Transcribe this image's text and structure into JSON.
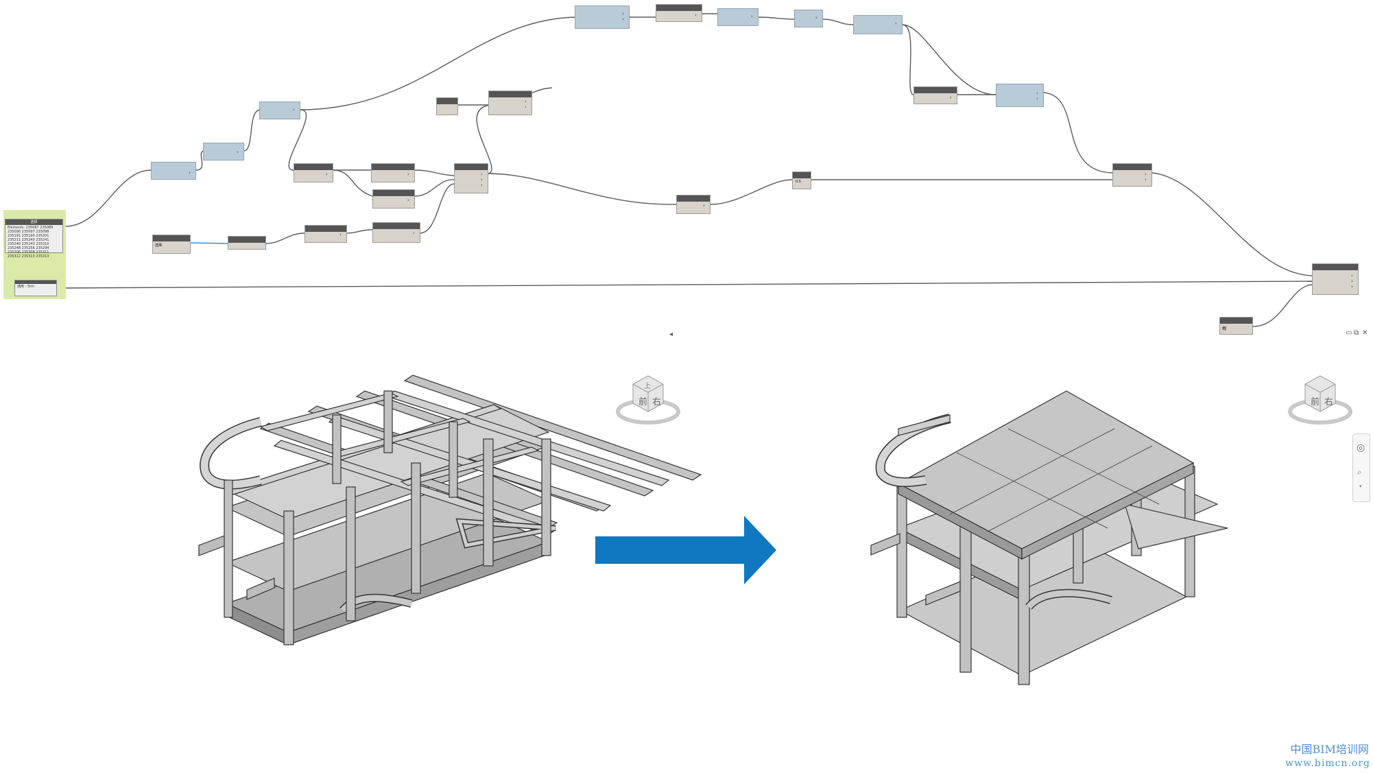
{
  "graph": {
    "group_title": "选择",
    "elements_label": "Elements",
    "elements_text": "235087 235089 235090 235097 235098 235191 235190 235201 235211 235240 235241 235240 235243 235310 235248 235256 235294 235306 235308 235311 235312 235313 235313",
    "group_input_label": "通用 - 5tm",
    "bool_label": "假",
    "small_node_label": "0.5",
    "input_label": "选择"
  },
  "colors": {
    "node_header": "#555555",
    "node_body": "#d8d3cb",
    "node_blue": "#b9cbd6",
    "group_bg": "#dbe9a9",
    "arrow": "#1078c0",
    "watermark": "#4f8fcf"
  },
  "icons": {
    "viewcube_left": "viewcube-icon",
    "viewcube_right": "viewcube-icon",
    "viewcube_face_left": "前",
    "viewcube_face_right": "右",
    "viewcube_face_top": "上",
    "navbar": "navigation-bar-icon",
    "arrow": "right-arrow-icon"
  },
  "window_controls": {
    "collapse": "▭",
    "restore": "⧉",
    "close": "✕"
  },
  "watermark": {
    "line1": "中国BIM培训网",
    "line2": "www.bimcn.org"
  }
}
